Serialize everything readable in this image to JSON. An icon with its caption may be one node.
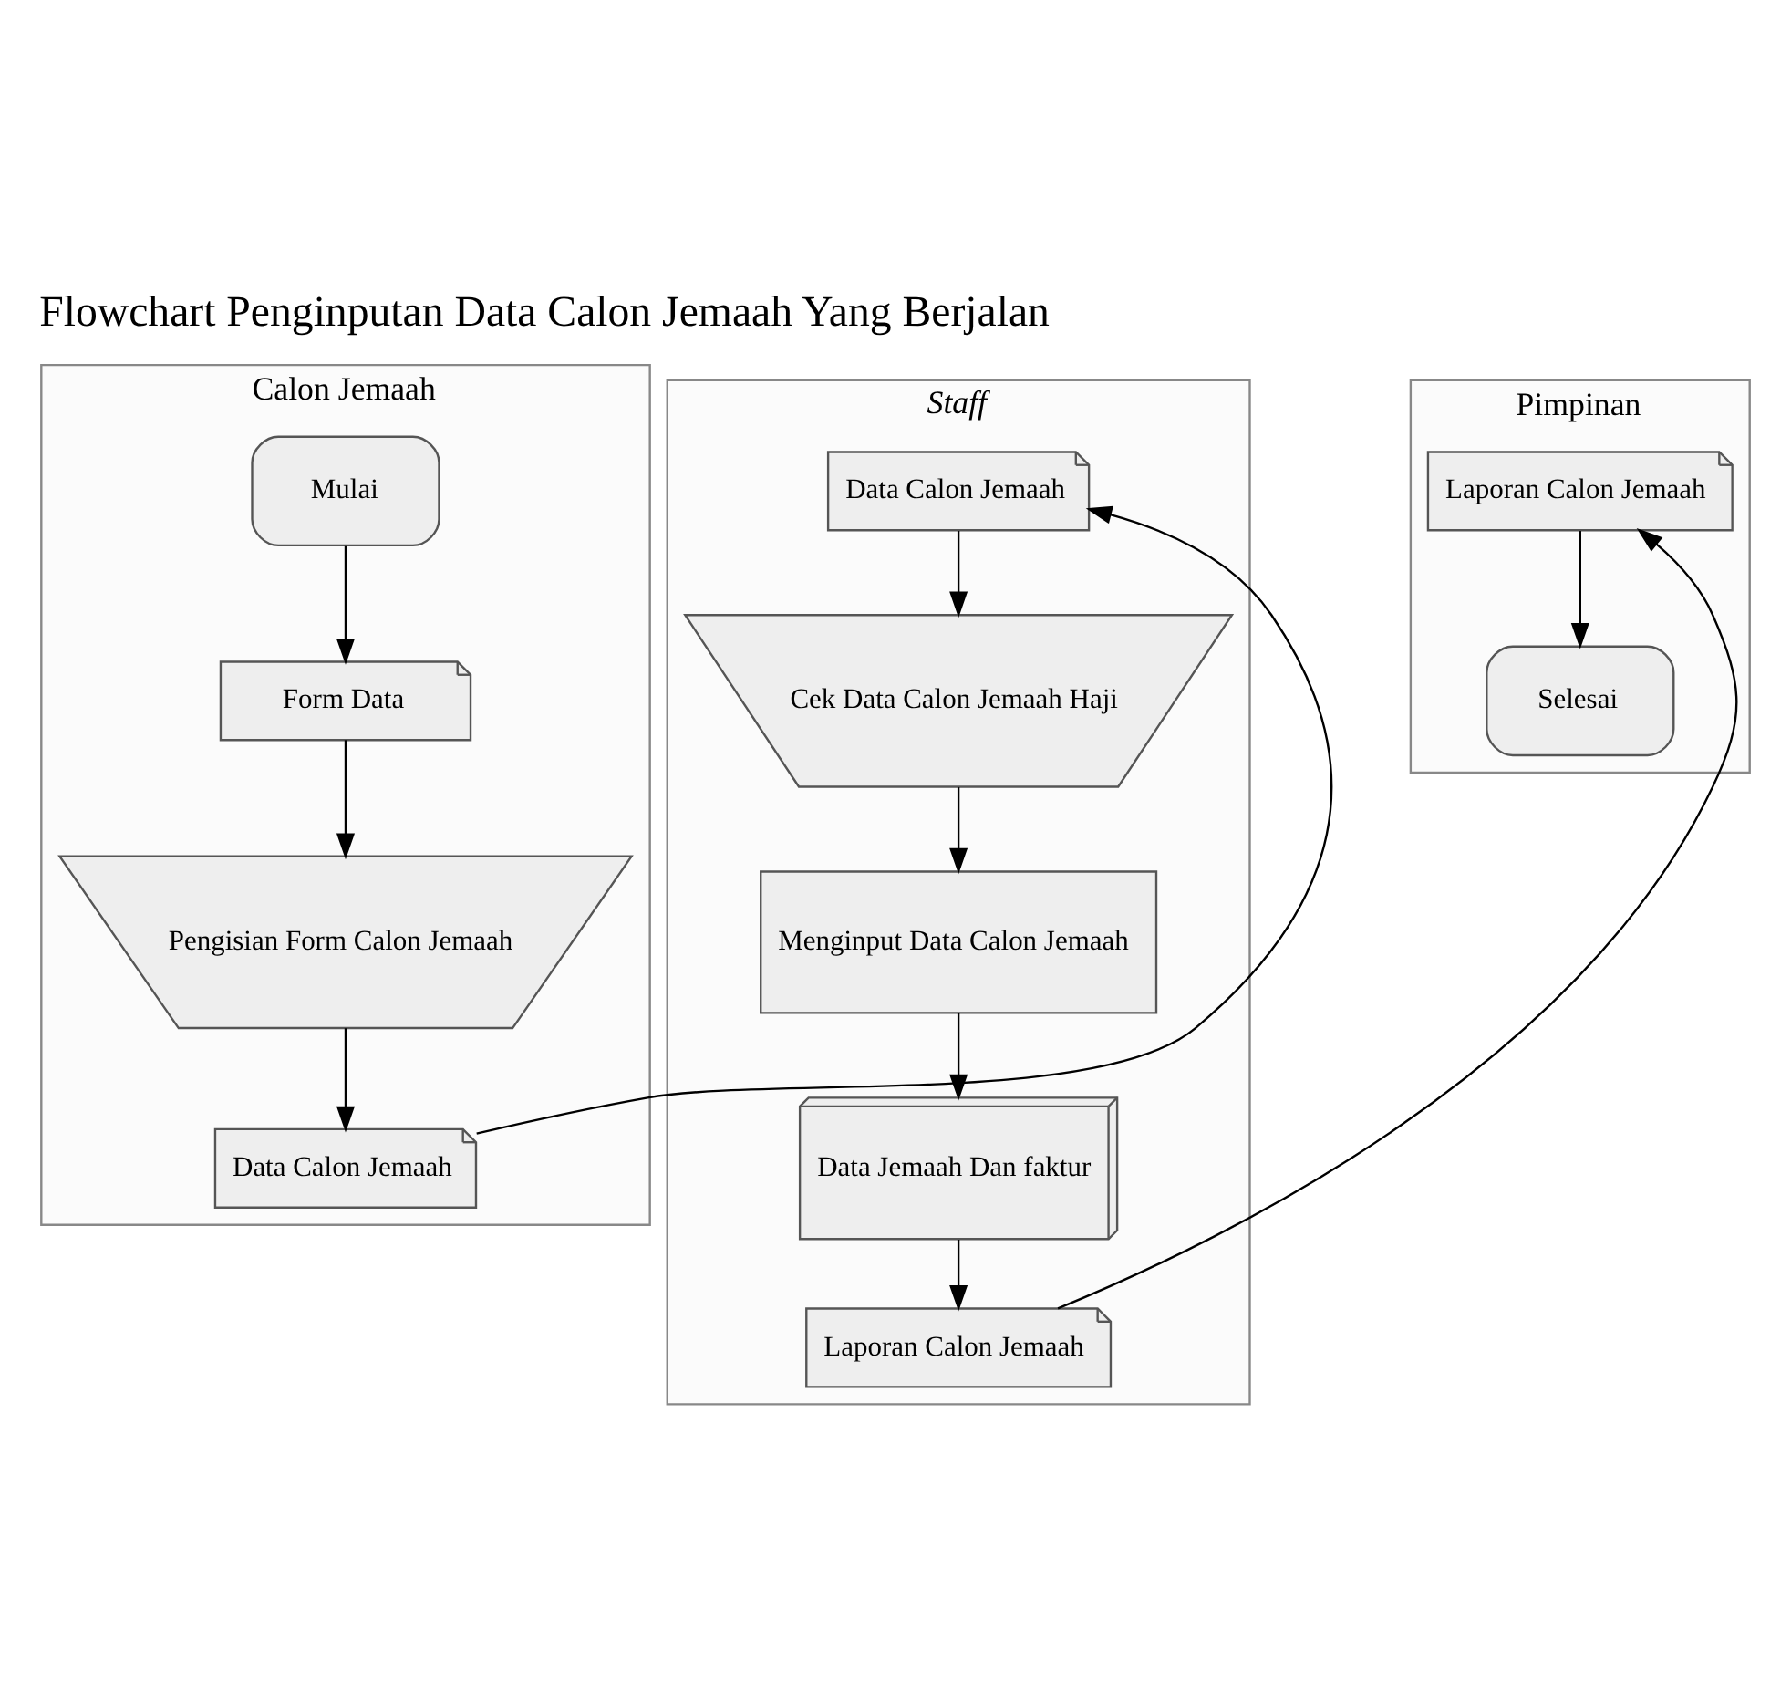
{
  "diagram": {
    "title": "Flowchart Penginputan Data Calon Jemaah Yang Berjalan",
    "nodes": [
      {
        "text": [
          "Calon Jemaah"
        ]
      },
      {
        "text": [
          "Staff"
        ]
      },
      {
        "text": [
          "Pimpinan"
        ]
      },
      {
        "text": [
          "Mulai"
        ],
        "in": 0
      },
      {
        "text": [
          "Form Data"
        ],
        "in": 0
      },
      {
        "text": [
          "Pengisian Form Calon Jemaah"
        ],
        "in": 0
      },
      {
        "text": [
          "Data Calon Jemaah"
        ],
        "in": 0
      },
      {
        "text": [
          "Data Calon Jemaah"
        ],
        "in": 1
      },
      {
        "text": [
          "Cek Data Calon Jemaah Haji"
        ],
        "in": 1
      },
      {
        "text": [
          "Menginput Data Calon Jemaah"
        ],
        "in": 1
      },
      {
        "text": [
          "Data Jemaah Dan faktur"
        ],
        "in": 1
      },
      {
        "text": [
          "Laporan Calon Jemaah"
        ],
        "in": 1
      },
      {
        "text": [
          "Laporan Calon Jemaah"
        ],
        "in": 2
      },
      {
        "text": [
          "Selesai"
        ],
        "in": 2
      }
    ],
    "edges": [
      {
        "from": 3,
        "to": 4,
        "arrow": "to"
      },
      {
        "from": 4,
        "to": 5,
        "arrow": "to"
      },
      {
        "from": 5,
        "to": 6,
        "arrow": "to"
      },
      {
        "from": 6,
        "to": 7,
        "arrow": "to"
      },
      {
        "from": 7,
        "to": 8,
        "arrow": "to"
      },
      {
        "from": 8,
        "to": 9,
        "arrow": "to"
      },
      {
        "from": 9,
        "to": 10,
        "arrow": "to"
      },
      {
        "from": 10,
        "to": 11,
        "arrow": "to"
      },
      {
        "from": 11,
        "to": 12,
        "arrow": "to"
      },
      {
        "from": 12,
        "to": 13,
        "arrow": "to"
      }
    ]
  }
}
